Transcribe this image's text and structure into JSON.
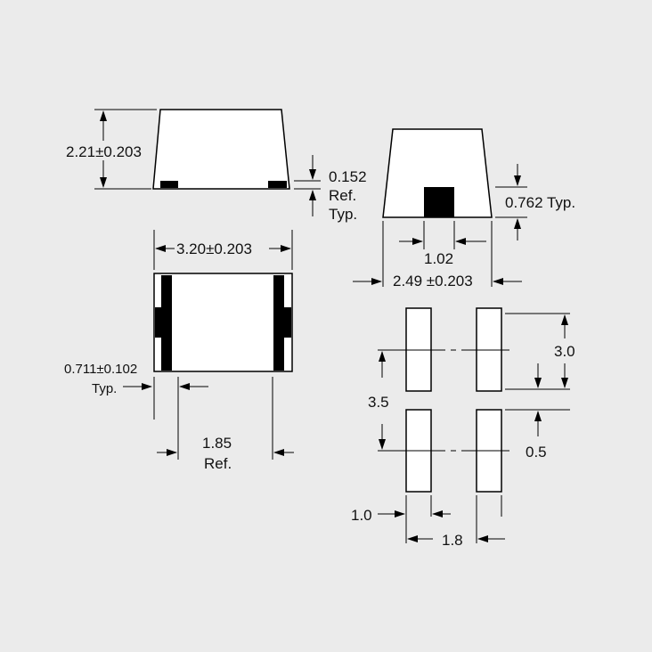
{
  "dimensions": {
    "height": "2.21",
    "height_tol": "±0.203",
    "lead_gap": "0.152",
    "lead_gap_note1": "Ref.",
    "lead_gap_note2": "Typ.",
    "length": "3.20±0.203",
    "terminal_width": "0.711±0.102",
    "terminal_width_note": "Typ.",
    "inner_ref": "1.85",
    "inner_ref_note": "Ref.",
    "end_height": "0.762 Typ.",
    "end_pad_width": "1.02",
    "width": "2.49 ±0.203"
  },
  "footprint": {
    "pad_length": "3.0",
    "pitch_vertical": "3.5",
    "gap": "0.5",
    "pad_width": "1.0",
    "pitch_horizontal": "1.8"
  }
}
